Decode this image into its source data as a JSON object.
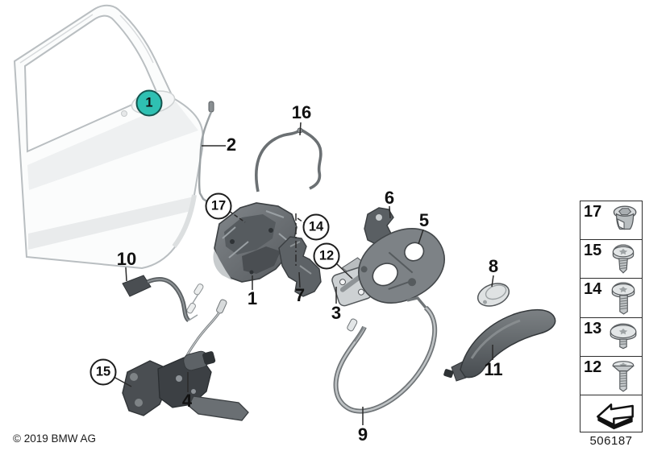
{
  "callouts": [
    {
      "text": "1"
    },
    {
      "text": "2"
    },
    {
      "text": "16"
    },
    {
      "text": "17"
    },
    {
      "text": "14"
    },
    {
      "text": "1"
    },
    {
      "text": "7"
    },
    {
      "text": "12"
    },
    {
      "text": "3"
    },
    {
      "text": "6"
    },
    {
      "text": "5"
    },
    {
      "text": "8"
    },
    {
      "text": "11"
    },
    {
      "text": "9"
    },
    {
      "text": "4"
    },
    {
      "text": "15"
    },
    {
      "text": "10"
    }
  ],
  "colors": {
    "highlight_teal": "#2fc0b2",
    "line_art": "#3c4043"
  },
  "sidebar": {
    "items": [
      {
        "label": "17",
        "icon": "grommet-nut-icon"
      },
      {
        "label": "15",
        "icon": "torx-screw-short-icon"
      },
      {
        "label": "14",
        "icon": "torx-screw-long-icon"
      },
      {
        "label": "13",
        "icon": "dome-head-screw-icon"
      },
      {
        "label": "12",
        "icon": "countersunk-screw-icon"
      }
    ],
    "arrow_icon": "direction-arrow-icon"
  },
  "footer": {
    "copyright": "© 2019 BMW AG",
    "diagram_number": "506187"
  }
}
